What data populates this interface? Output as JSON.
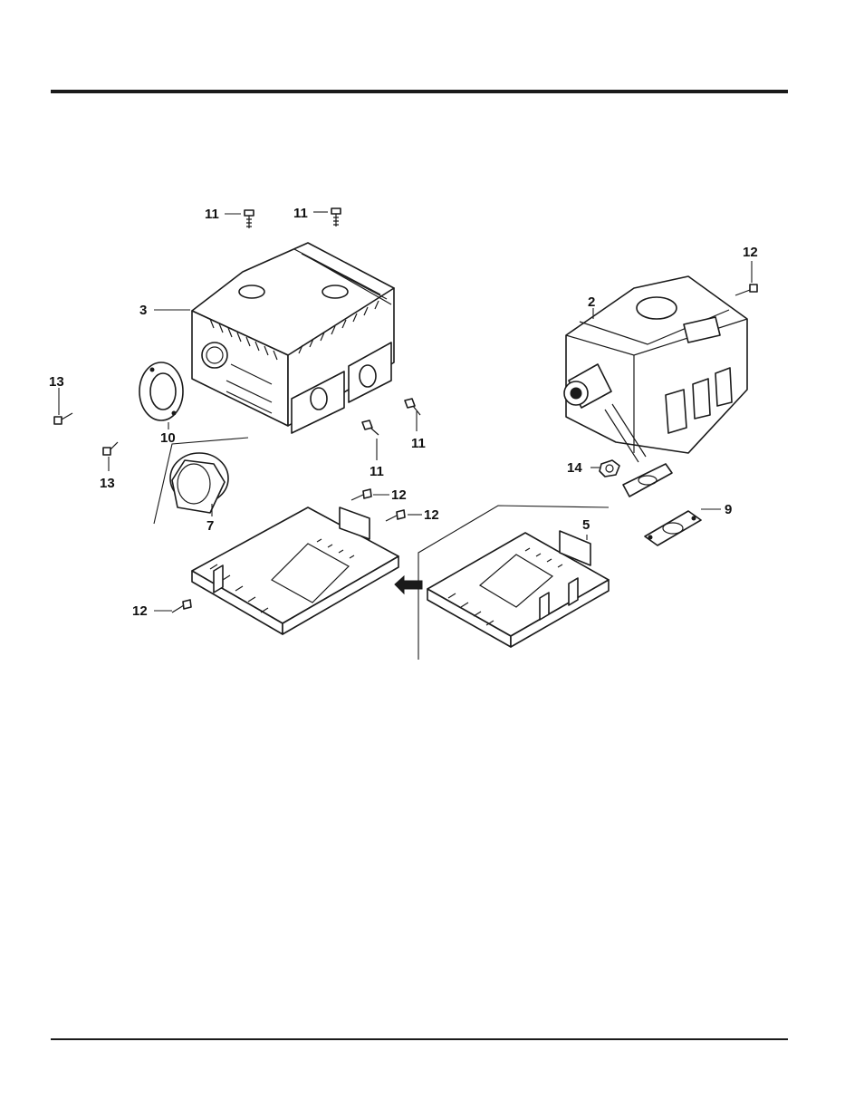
{
  "callouts": {
    "c11a": "11",
    "c11b": "11",
    "c11c": "11",
    "c11d": "11",
    "c12a": "12",
    "c12b": "12",
    "c12c": "12",
    "c12d": "12",
    "c2": "2",
    "c3": "3",
    "c5": "5",
    "c7": "7",
    "c9": "9",
    "c10": "10",
    "c13a": "13",
    "c13b": "13",
    "c14": "14"
  },
  "colors": {
    "ink": "#1a1a1a",
    "paper": "#ffffff"
  }
}
